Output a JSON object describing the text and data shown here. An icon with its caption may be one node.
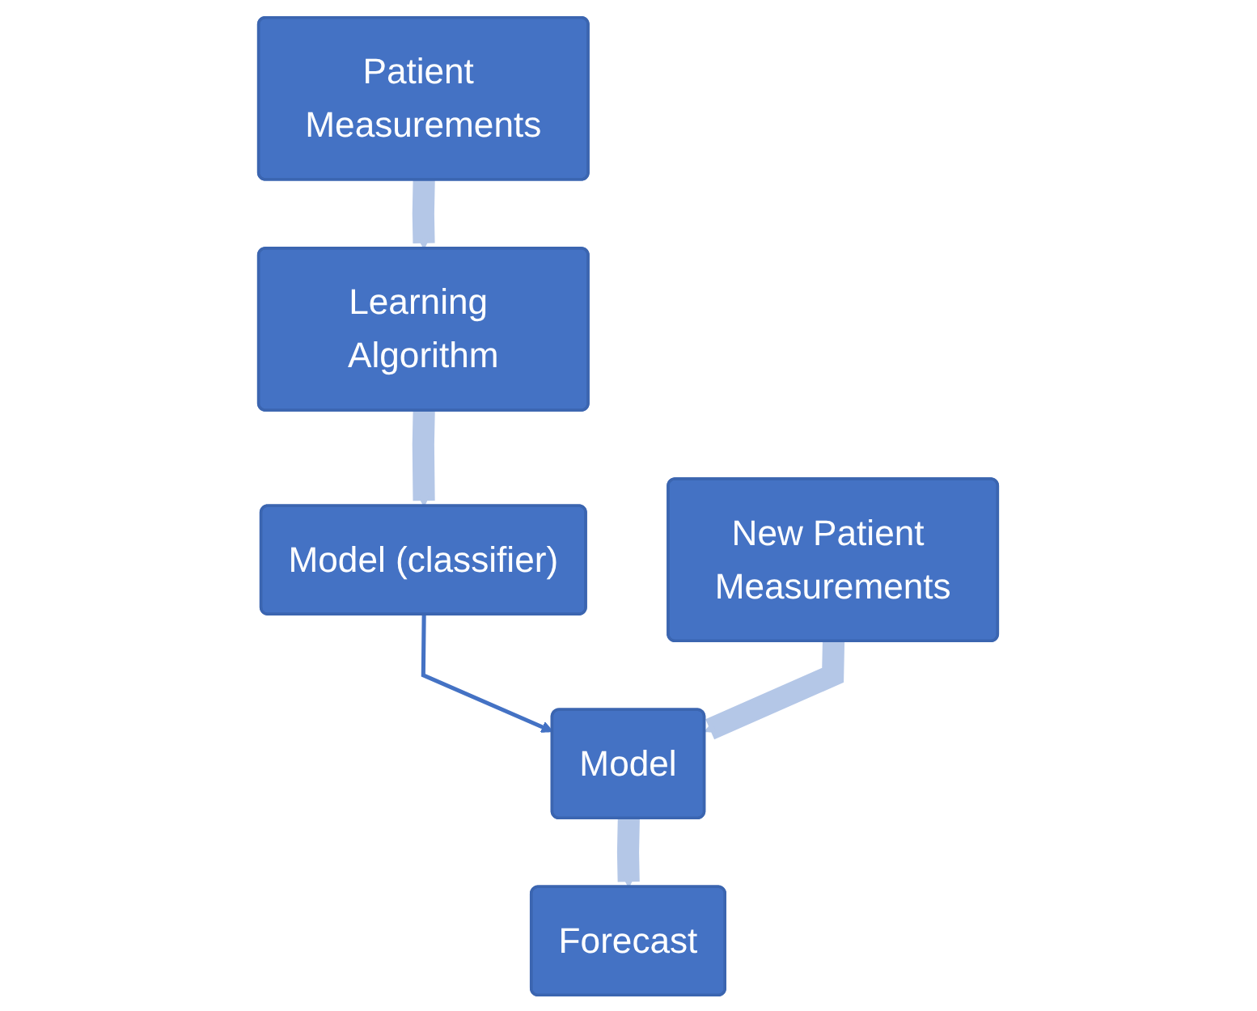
{
  "diagram": {
    "nodes": [
      {
        "text": [
          "Patient Measurements"
        ]
      },
      {
        "text": [
          "Learning Algorithm"
        ]
      },
      {
        "text": [
          "Model (classifier)"
        ]
      },
      {
        "text": [
          "New Patient Measurements"
        ]
      },
      {
        "text": [
          "Model"
        ]
      },
      {
        "text": [
          "Forecast"
        ]
      }
    ],
    "edges": [
      {
        "from": 0,
        "to": 1,
        "arrow": "to"
      },
      {
        "from": 1,
        "to": 2,
        "arrow": "to"
      },
      {
        "from": 2,
        "to": 4,
        "arrow": "to",
        "color": "#4472c4"
      },
      {
        "from": 3,
        "to": 4,
        "arrow": "to"
      },
      {
        "from": 4,
        "to": 5,
        "arrow": "to"
      }
    ]
  }
}
